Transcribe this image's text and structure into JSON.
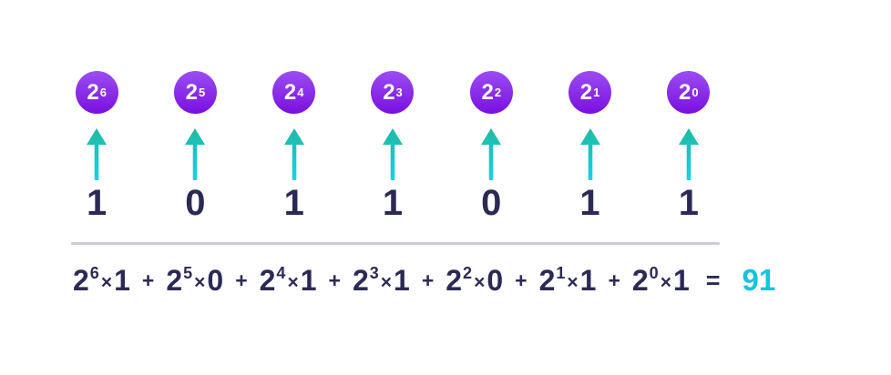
{
  "colors": {
    "background": "#ffffff",
    "navy": "#2b2a56",
    "result": "#16c4dc",
    "separator": "#c9ced9",
    "circle_top": "#9b4df3",
    "circle_bottom": "#7a0fdf",
    "circle_text": "#ffffff",
    "arrow_top": "#21b9a1",
    "arrow_bottom": "#14d3e9"
  },
  "icons": {
    "up_arrow": "up-arrow-icon"
  },
  "columns": [
    {
      "base": "2",
      "exponent": "6",
      "bit": "1"
    },
    {
      "base": "2",
      "exponent": "5",
      "bit": "0"
    },
    {
      "base": "2",
      "exponent": "4",
      "bit": "1"
    },
    {
      "base": "2",
      "exponent": "3",
      "bit": "1"
    },
    {
      "base": "2",
      "exponent": "2",
      "bit": "0"
    },
    {
      "base": "2",
      "exponent": "1",
      "bit": "1"
    },
    {
      "base": "2",
      "exponent": "0",
      "bit": "1"
    }
  ],
  "equation": {
    "times_sign": "×",
    "plus_sign": "+",
    "equals_sign": "=",
    "result": "91",
    "terms": [
      {
        "base": "2",
        "exponent": "6",
        "bit": "1"
      },
      {
        "base": "2",
        "exponent": "5",
        "bit": "0"
      },
      {
        "base": "2",
        "exponent": "4",
        "bit": "1"
      },
      {
        "base": "2",
        "exponent": "3",
        "bit": "1"
      },
      {
        "base": "2",
        "exponent": "2",
        "bit": "0"
      },
      {
        "base": "2",
        "exponent": "1",
        "bit": "1"
      },
      {
        "base": "2",
        "exponent": "0",
        "bit": "1"
      }
    ]
  }
}
